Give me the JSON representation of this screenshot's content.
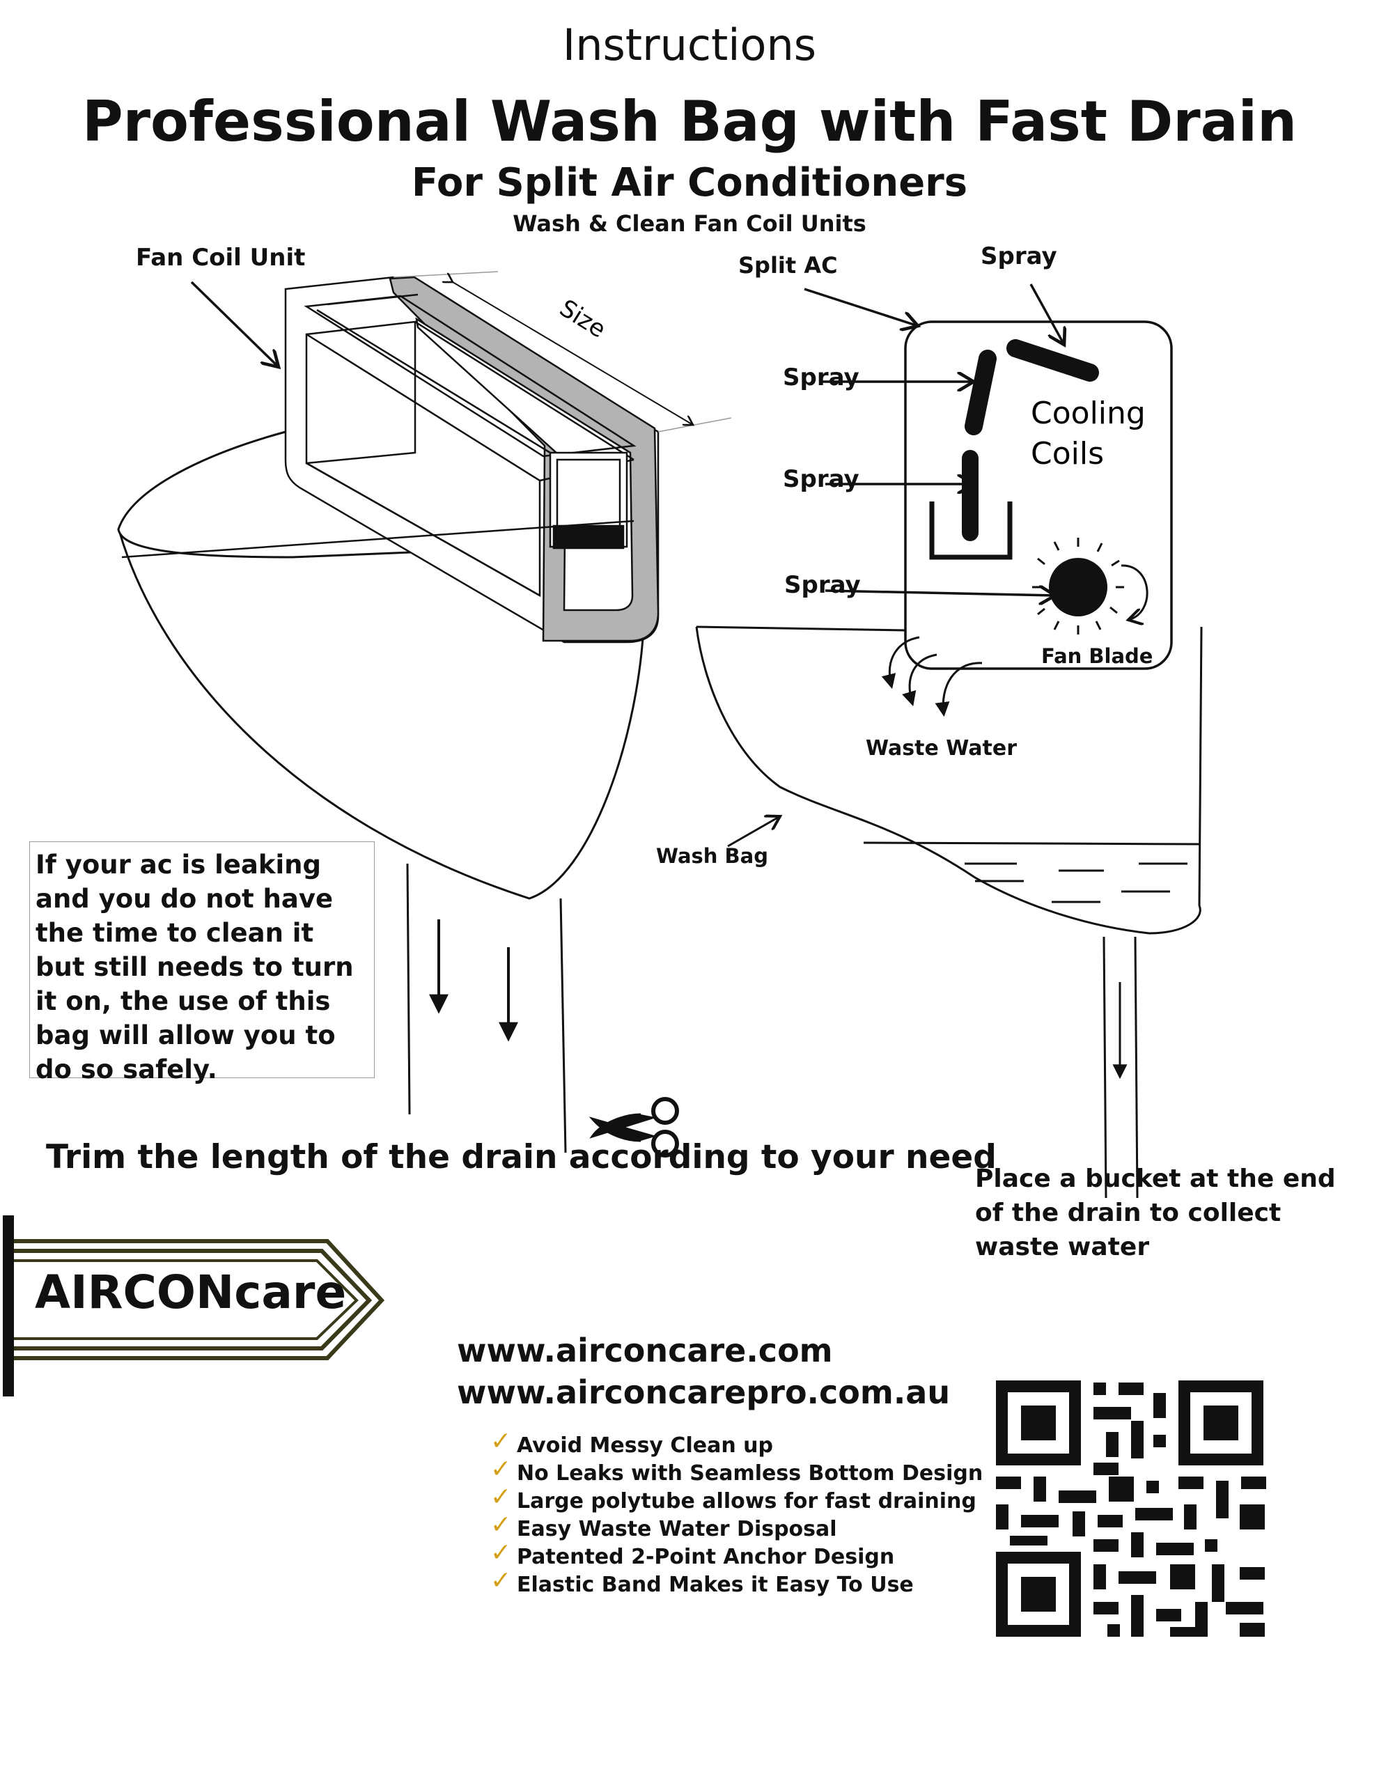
{
  "header": {
    "instructions": "Instructions",
    "title": "Professional Wash Bag with Fast Drain",
    "subtitle": "For Split Air Conditioners",
    "tagline": "Wash & Clean Fan Coil Units"
  },
  "left_diagram": {
    "fan_coil_label": "Fan Coil Unit",
    "size_label": "Size"
  },
  "right_diagram": {
    "split_ac_label": "Split AC",
    "spray_top": "Spray",
    "spray_1": "Spray",
    "spray_2": "Spray",
    "spray_3": "Spray",
    "cooling_coils_label": "Cooling\nCoils",
    "cooling_line1": "Cooling",
    "cooling_line2": "Coils",
    "fan_blade_label": "Fan Blade",
    "waste_water_label": "Waste Water",
    "wash_bag_label": "Wash Bag"
  },
  "note_box": {
    "text": "If your ac is leaking and you do not have the time to clean it but still needs to turn it on, the use of this bag will allow you to do so safely."
  },
  "trim_text": "Trim the length of the drain according to your need",
  "bucket_text": "Place a bucket at the end of the drain to collect waste water",
  "brand": {
    "logo_text": "AIRCONcare",
    "colors": {
      "arrow_outline": "#3a3a1a",
      "logo_text": "#111111",
      "check": "#d4a017"
    }
  },
  "urls": [
    "www.airconcare.com",
    "www.airconcarepro.com.au"
  ],
  "features": [
    "Avoid Messy Clean up",
    "No Leaks with Seamless Bottom Design",
    "Large polytube allows for fast draining",
    "Easy Waste Water Disposal",
    "Patented 2-Point Anchor Design",
    "Elastic Band Makes it Easy To Use"
  ],
  "icons": [
    "scissors-icon",
    "qr-code-icon",
    "fan-blade-icon",
    "check-icon"
  ]
}
